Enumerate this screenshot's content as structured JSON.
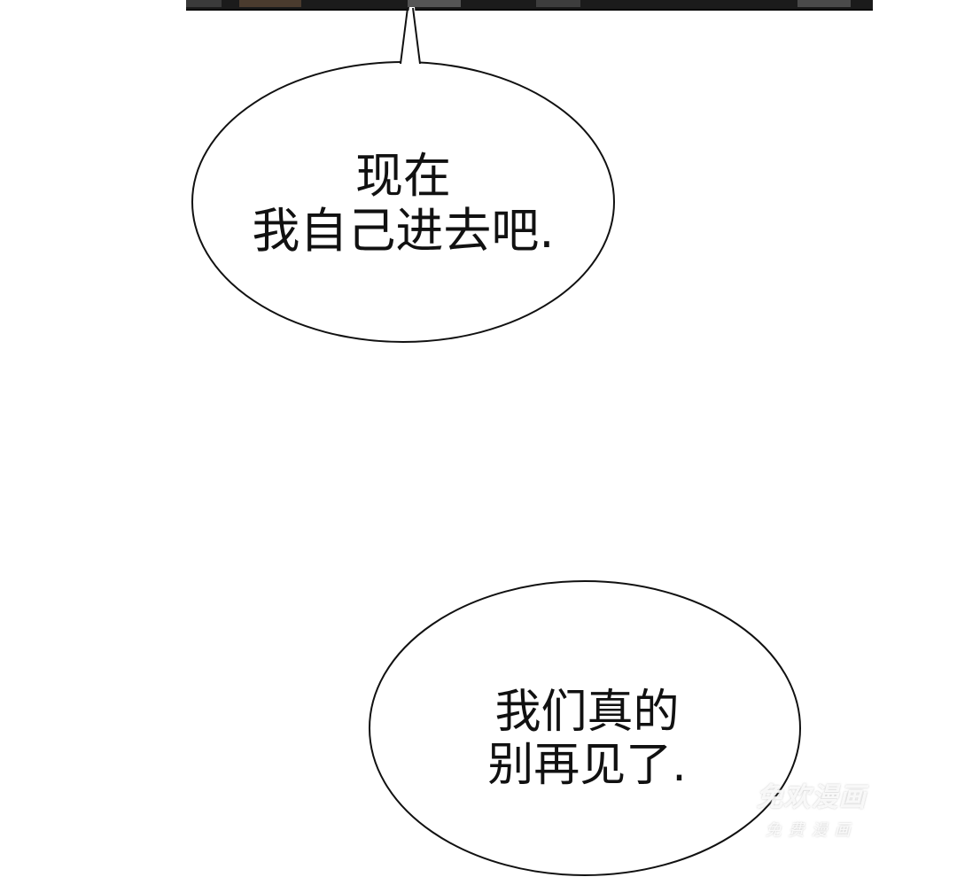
{
  "bubble_top": {
    "lines": [
      "现在",
      "我自己进去吧."
    ]
  },
  "bubble_bottom": {
    "lines": [
      "我们真的",
      "别再见了."
    ]
  },
  "watermark": {
    "main": "免欢漫画",
    "sub": "免费漫画"
  }
}
